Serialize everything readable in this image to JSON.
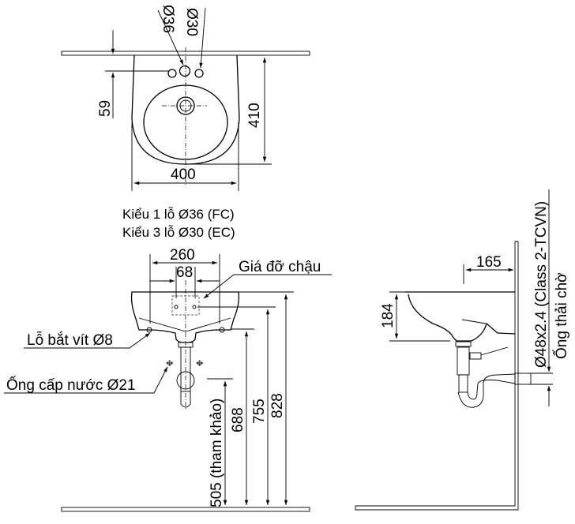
{
  "top_view": {
    "hole_center_label": "Ø36",
    "hole_side_label": "Ø30",
    "dim_hole_offset": "59",
    "dim_depth": "410",
    "dim_width": "400",
    "caption_line1": "Kiểu 1 lỗ Ø36 (FC)",
    "caption_line2": "Kiểu 3 lỗ Ø30 (EC)"
  },
  "front_view": {
    "dim_bracket_span": "260",
    "dim_bracket_holes": "68",
    "bracket_label": "Giá đỡ chậu",
    "screw_hole_label": "Lỗ bắt vít Ø8",
    "water_supply_label": "Ống cấp nước Ø21",
    "dim_505": "505 (tham khảo)",
    "dim_688": "688",
    "dim_755": "755",
    "dim_828": "828"
  },
  "side_view": {
    "dim_projection": "165",
    "dim_height": "184",
    "drain_pipe_spec": "Ø48x2.4 (Class 2-TCVN)",
    "drain_pipe_label": "Ống thải chờ"
  }
}
